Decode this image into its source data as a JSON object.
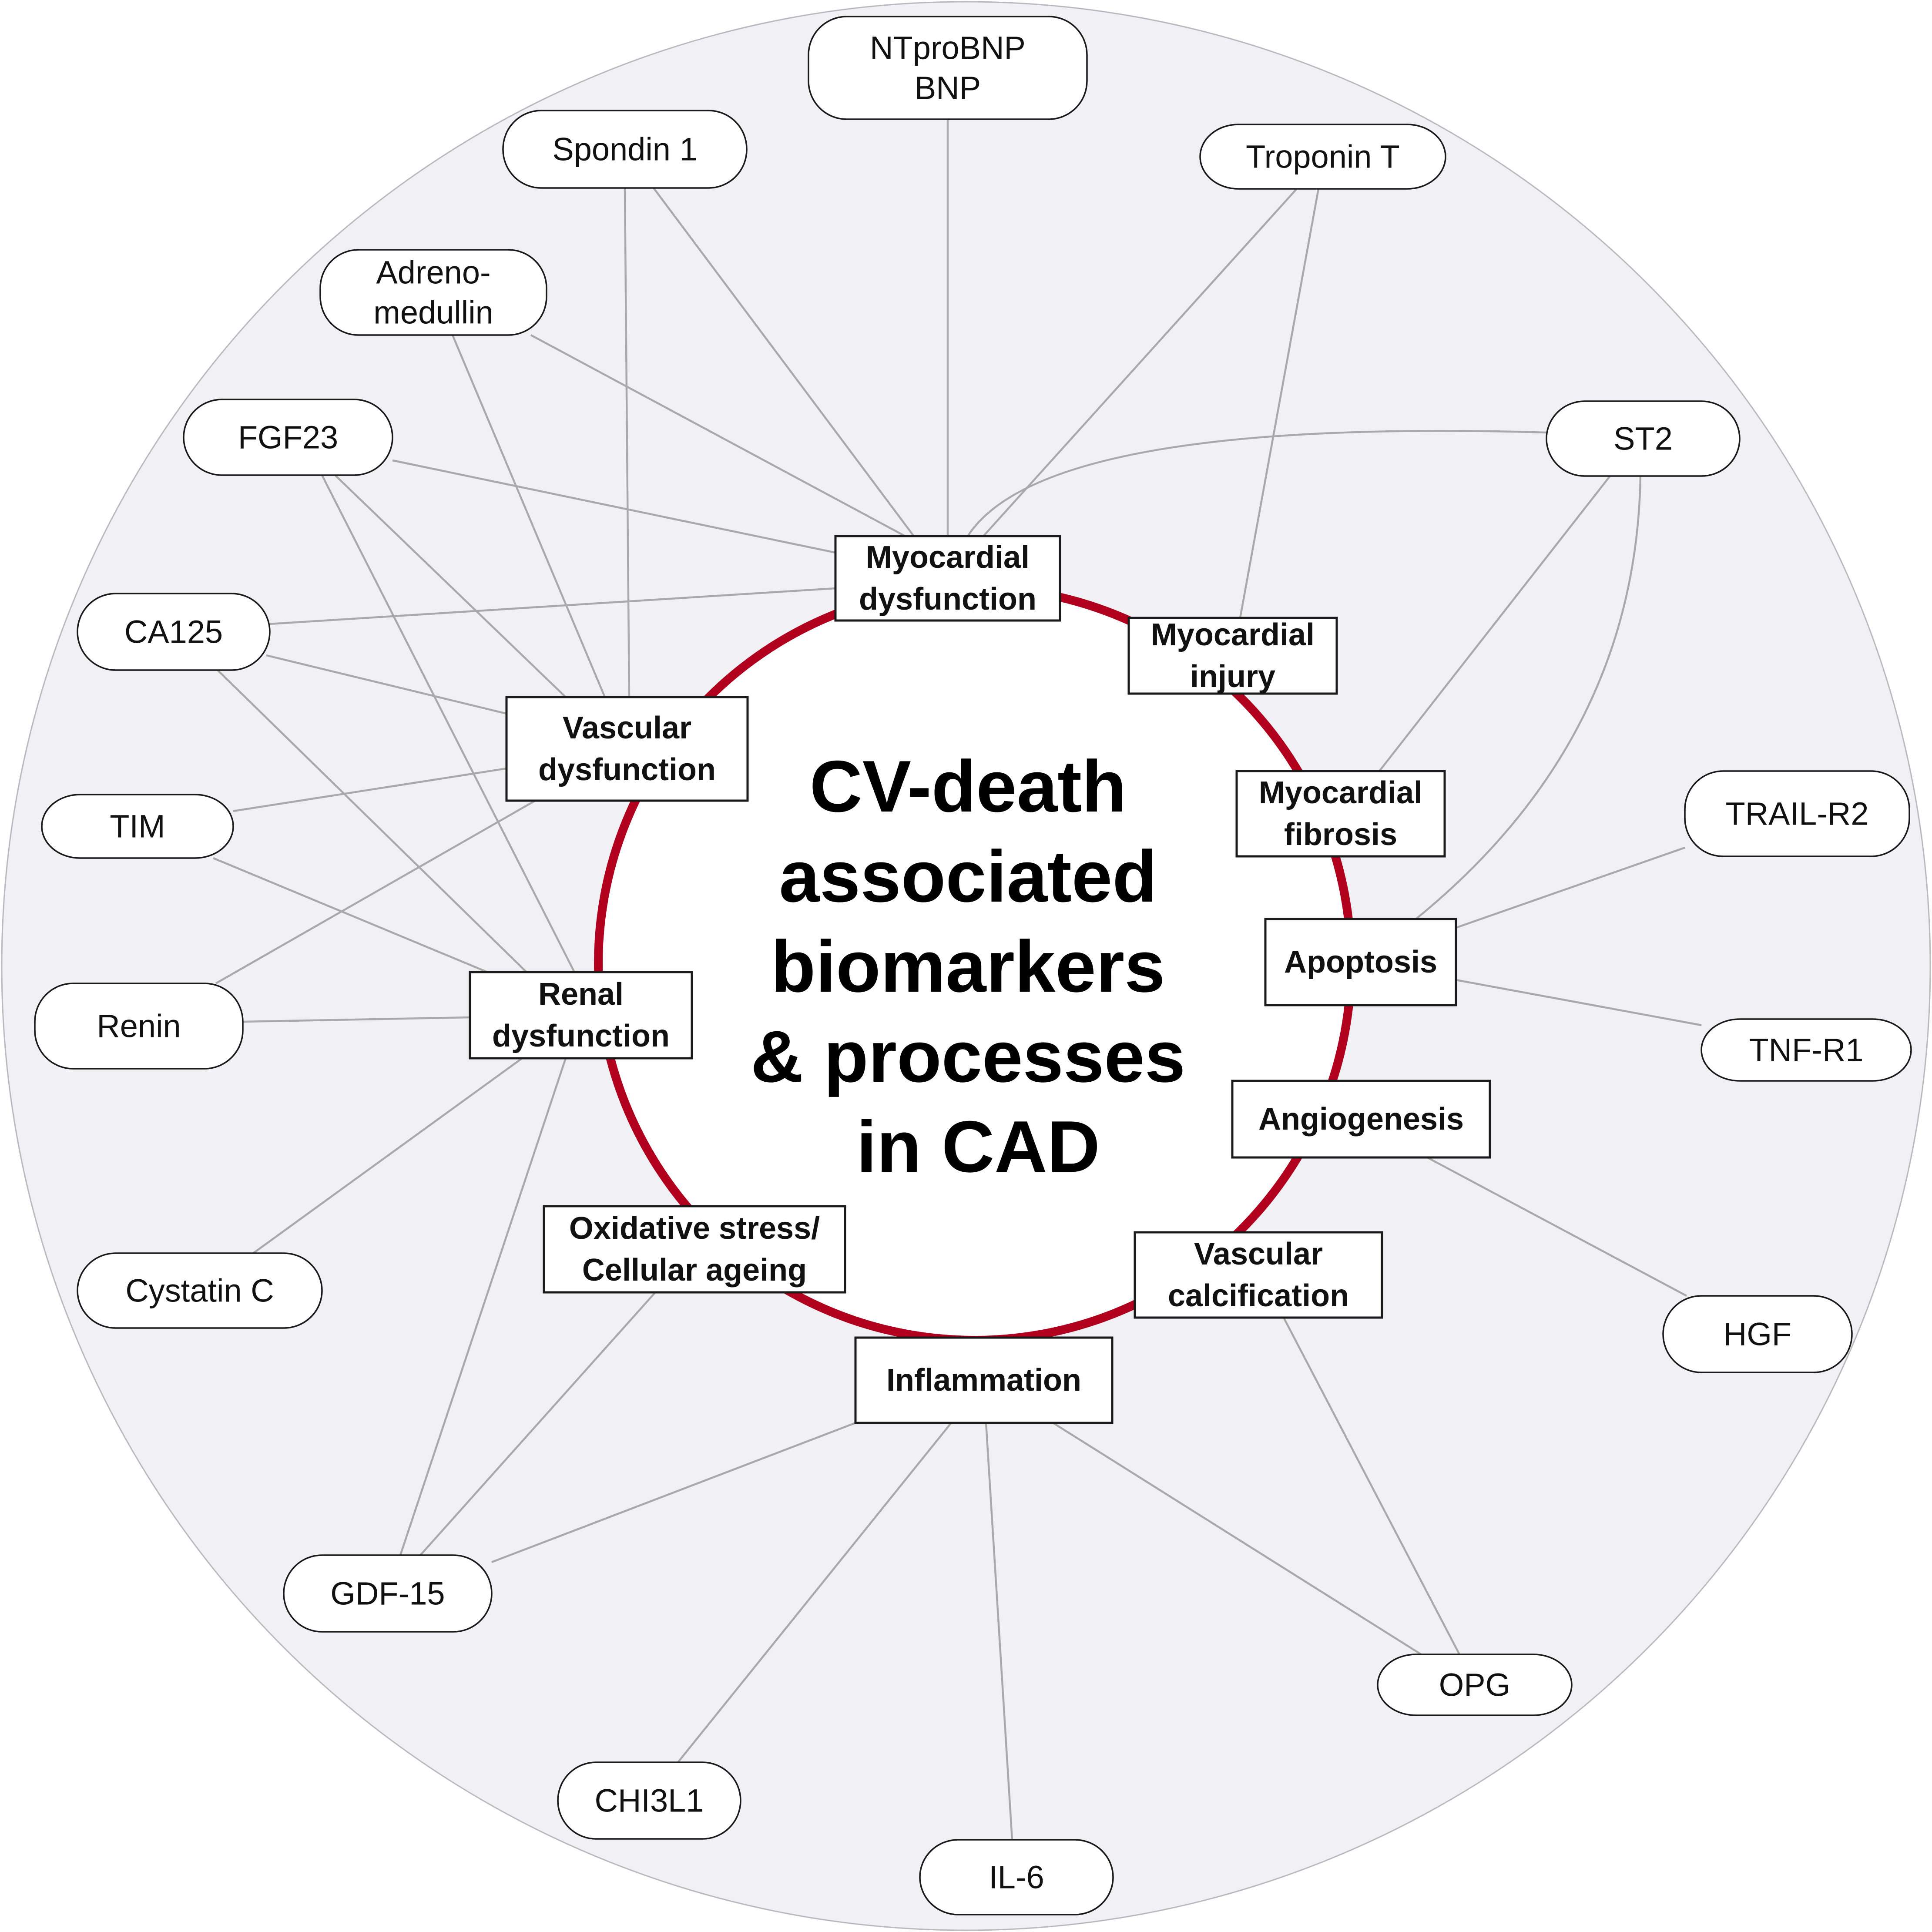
{
  "title_lines": [
    "CV-death",
    "associated",
    "biomarkers",
    "& processes",
    "in CAD"
  ],
  "colors": {
    "background_disc": "#f1f0f4",
    "ring": "#b1001e",
    "edges": "#a9a9a9",
    "boxes": "#ffffff",
    "text": "#111111"
  },
  "processes": [
    {
      "id": "myo-dys",
      "lines": [
        "Myocardial",
        "dysfunction"
      ]
    },
    {
      "id": "myo-inj",
      "lines": [
        "Myocardial",
        "injury"
      ]
    },
    {
      "id": "myo-fib",
      "lines": [
        "Myocardial",
        "fibrosis"
      ]
    },
    {
      "id": "apoptosis",
      "lines": [
        "Apoptosis"
      ]
    },
    {
      "id": "angiogenesis",
      "lines": [
        "Angiogenesis"
      ]
    },
    {
      "id": "vasc-calc",
      "lines": [
        "Vascular",
        "calcification"
      ]
    },
    {
      "id": "inflammation",
      "lines": [
        "Inflammation"
      ]
    },
    {
      "id": "ox-stress",
      "lines": [
        "Oxidative stress/",
        "Cellular ageing"
      ]
    },
    {
      "id": "renal",
      "lines": [
        "Renal",
        "dysfunction"
      ]
    },
    {
      "id": "vasc-dys",
      "lines": [
        "Vascular",
        "dysfunction"
      ]
    }
  ],
  "biomarkers": [
    {
      "id": "ntprobnp",
      "lines": [
        "NTproBNP",
        "BNP"
      ]
    },
    {
      "id": "spondin1",
      "lines": [
        "Spondin 1"
      ]
    },
    {
      "id": "troponint",
      "lines": [
        "Troponin T"
      ]
    },
    {
      "id": "adrenomedullin",
      "lines": [
        "Adreno-",
        "medullin"
      ]
    },
    {
      "id": "fgf23",
      "lines": [
        "FGF23"
      ]
    },
    {
      "id": "st2",
      "lines": [
        "ST2"
      ]
    },
    {
      "id": "ca125",
      "lines": [
        "CA125"
      ]
    },
    {
      "id": "tim",
      "lines": [
        "TIM"
      ]
    },
    {
      "id": "trailr2",
      "lines": [
        "TRAIL-R2"
      ]
    },
    {
      "id": "renin",
      "lines": [
        "Renin"
      ]
    },
    {
      "id": "tnfr1",
      "lines": [
        "TNF-R1"
      ]
    },
    {
      "id": "cystatinc",
      "lines": [
        "Cystatin C"
      ]
    },
    {
      "id": "hgf",
      "lines": [
        "HGF"
      ]
    },
    {
      "id": "gdf15",
      "lines": [
        "GDF-15"
      ]
    },
    {
      "id": "opg",
      "lines": [
        "OPG"
      ]
    },
    {
      "id": "chi3l1",
      "lines": [
        "CHI3L1"
      ]
    },
    {
      "id": "il6",
      "lines": [
        "IL-6"
      ]
    }
  ],
  "links": [
    [
      "ntprobnp",
      "myo-dys"
    ],
    [
      "spondin1",
      "myo-dys"
    ],
    [
      "spondin1",
      "vasc-dys"
    ],
    [
      "troponint",
      "myo-dys"
    ],
    [
      "troponint",
      "myo-inj"
    ],
    [
      "adrenomedullin",
      "myo-dys"
    ],
    [
      "adrenomedullin",
      "vasc-dys"
    ],
    [
      "fgf23",
      "myo-dys"
    ],
    [
      "fgf23",
      "vasc-dys"
    ],
    [
      "fgf23",
      "renal"
    ],
    [
      "st2",
      "myo-dys"
    ],
    [
      "st2",
      "myo-fib"
    ],
    [
      "st2",
      "apoptosis"
    ],
    [
      "ca125",
      "myo-dys"
    ],
    [
      "ca125",
      "vasc-dys"
    ],
    [
      "ca125",
      "renal"
    ],
    [
      "tim",
      "vasc-dys"
    ],
    [
      "tim",
      "renal"
    ],
    [
      "renin",
      "vasc-dys"
    ],
    [
      "renin",
      "renal"
    ],
    [
      "trailr2",
      "apoptosis"
    ],
    [
      "tnfr1",
      "apoptosis"
    ],
    [
      "cystatinc",
      "renal"
    ],
    [
      "hgf",
      "angiogenesis"
    ],
    [
      "gdf15",
      "renal"
    ],
    [
      "gdf15",
      "ox-stress"
    ],
    [
      "gdf15",
      "inflammation"
    ],
    [
      "opg",
      "vasc-calc"
    ],
    [
      "opg",
      "inflammation"
    ],
    [
      "chi3l1",
      "inflammation"
    ],
    [
      "il6",
      "inflammation"
    ]
  ]
}
